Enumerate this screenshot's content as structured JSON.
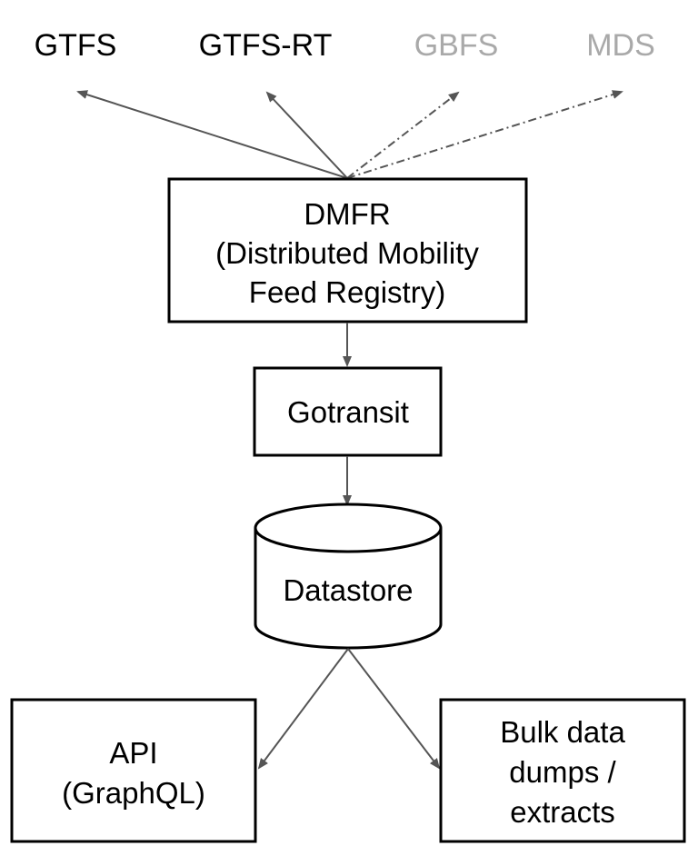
{
  "colors": {
    "active_text": "#000000",
    "inactive_text": "#a9a9a9",
    "arrow": "#555555",
    "box_stroke": "#000000",
    "background": "#ffffff"
  },
  "formats": [
    {
      "label": "GTFS",
      "status": "active"
    },
    {
      "label": "GTFS-RT",
      "status": "active"
    },
    {
      "label": "GBFS",
      "status": "planned"
    },
    {
      "label": "MDS",
      "status": "planned"
    }
  ],
  "nodes": {
    "dmfr": {
      "lines": [
        "DMFR",
        "(Distributed Mobility",
        "Feed Registry)"
      ]
    },
    "gotransit": {
      "label": "Gotransit"
    },
    "datastore": {
      "label": "Datastore",
      "shape": "cylinder"
    },
    "api": {
      "lines": [
        "API",
        "(GraphQL)"
      ]
    },
    "bulk": {
      "lines": [
        "Bulk data",
        "dumps /",
        "extracts"
      ]
    }
  },
  "edges": [
    {
      "from": "dmfr",
      "to": "GTFS",
      "style": "solid"
    },
    {
      "from": "dmfr",
      "to": "GTFS-RT",
      "style": "solid"
    },
    {
      "from": "dmfr",
      "to": "GBFS",
      "style": "dash-dot"
    },
    {
      "from": "dmfr",
      "to": "MDS",
      "style": "dash-dot"
    },
    {
      "from": "dmfr",
      "to": "gotransit",
      "style": "solid"
    },
    {
      "from": "gotransit",
      "to": "datastore",
      "style": "solid"
    },
    {
      "from": "datastore",
      "to": "api",
      "style": "solid"
    },
    {
      "from": "datastore",
      "to": "bulk",
      "style": "solid"
    }
  ]
}
